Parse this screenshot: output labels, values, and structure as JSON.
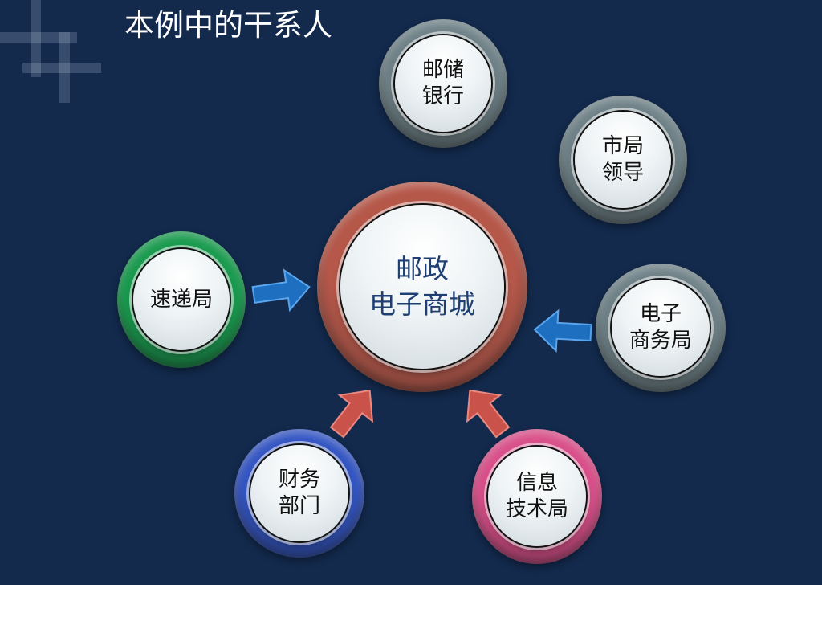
{
  "title": "本例中的干系人",
  "center": {
    "label": "邮政\n电子商城",
    "color": "#b5584a"
  },
  "stakeholders": [
    {
      "label": "邮储\n银行",
      "color": "#6f8288"
    },
    {
      "label": "市局\n领导",
      "color": "#6f8288"
    },
    {
      "label": "速递局",
      "color": "#1a9b4f"
    },
    {
      "label": "电子\n商务局",
      "color": "#6f8288"
    },
    {
      "label": "财务\n部门",
      "color": "#3456c3"
    },
    {
      "label": "信息\n技术局",
      "color": "#d9508a"
    }
  ],
  "arrow_colors": {
    "blue": "#1f6fc0",
    "red": "#c9534a"
  }
}
